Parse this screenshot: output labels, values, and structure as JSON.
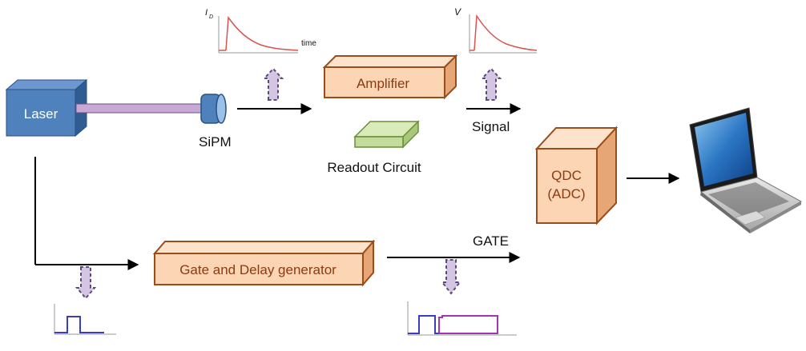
{
  "labels": {
    "laser": "Laser",
    "sipm": "SiPM",
    "amplifier": "Amplifier",
    "readout": "Readout Circuit",
    "signal": "Signal",
    "qdc_line1": "QDC",
    "qdc_line2": "(ADC)",
    "gate_delay": "Gate and Delay generator",
    "gate": "GATE",
    "plot_current_ylabel": "I",
    "plot_current_ysub": "D",
    "plot_current_xlabel": "time",
    "plot_voltage_ylabel": "V"
  },
  "colors": {
    "laser_face": "#4f81bd",
    "laser_top": "#6c97cf",
    "laser_side": "#2f5d93",
    "box_face": "#fcd5b5",
    "box_top": "#fde3cc",
    "box_side": "#e7a675",
    "box_stroke": "#9a4d1a",
    "readout_face": "#c3dc9b",
    "readout_stroke": "#6b8d3a",
    "fiber": "#c8a9d4",
    "transfer_arrow_fill": "#d4c6e2",
    "transfer_arrow_stroke": "#5b4b79",
    "pulse_red": "#d9534f",
    "pulse_blue": "#3b3bc4",
    "pulse_purple": "#a234b5"
  },
  "icons": [
    "laptop-icon",
    "sipm-detector-icon",
    "dashed-arrow-icon"
  ]
}
